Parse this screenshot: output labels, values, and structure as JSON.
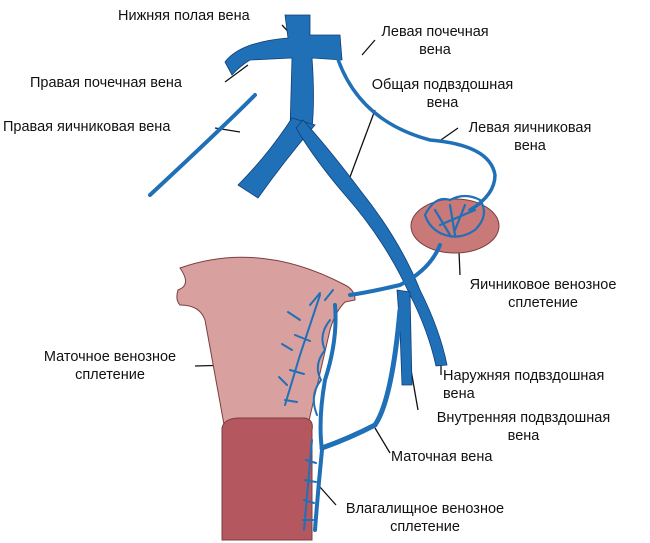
{
  "colors": {
    "vein": "#2070b8",
    "vein_dark": "#0f3f78",
    "tissue": "#d9a0a0",
    "tissue_stroke": "#7a3f3f",
    "cervix": "#b5575f",
    "ovary": "#c97a78"
  },
  "labels": {
    "ivc": "Нижняя полая вена",
    "left_renal": [
      "Левая почечная",
      "вена"
    ],
    "right_renal": "Правая почечная вена",
    "common_iliac": [
      "Общая подвздошная",
      "вена"
    ],
    "right_ovarian": "Правая яичниковая вена",
    "left_ovarian": [
      "Левая яичниковая",
      "вена"
    ],
    "ovarian_plexus": [
      "Яичниковое венозное",
      "сплетение"
    ],
    "uterine_plexus": [
      "Маточное венозное",
      "сплетение"
    ],
    "external_iliac": [
      "Наружняя подвздошная",
      "вена"
    ],
    "internal_iliac": [
      "Внутренняя подвздошная",
      "вена"
    ],
    "uterine_vein": "Маточная вена",
    "vaginal_plexus": [
      "Влагалищное венозное",
      "сплетение"
    ]
  }
}
